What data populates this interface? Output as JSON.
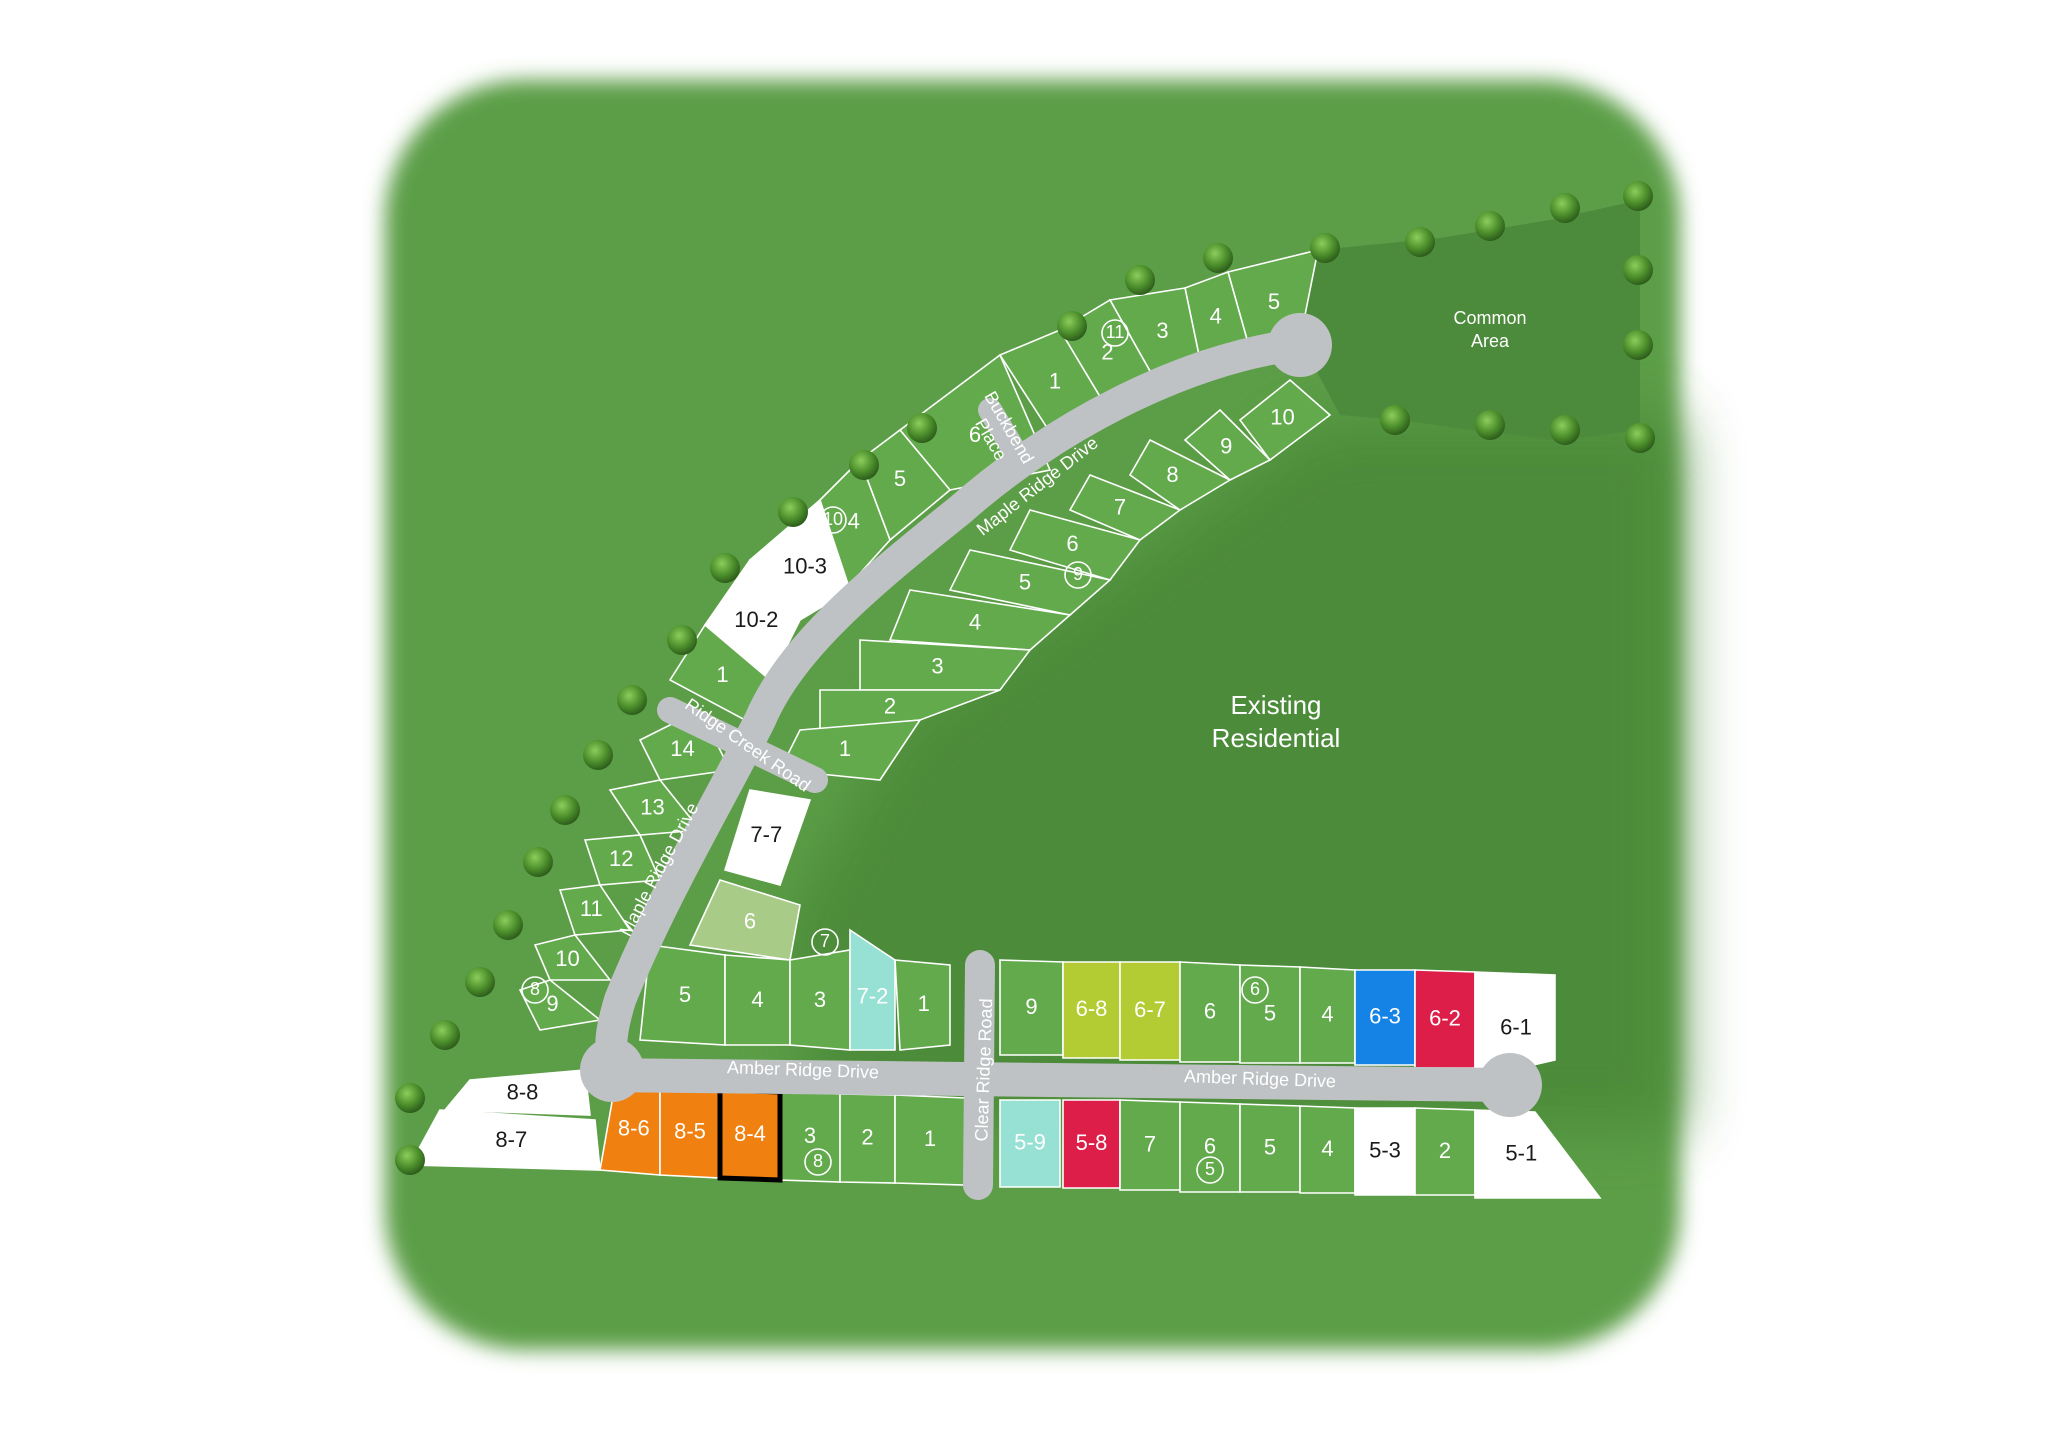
{
  "site_plan": {
    "areas": {
      "common_area": [
        "Common",
        "Area"
      ],
      "existing_residential": [
        "Existing",
        "Residential"
      ]
    },
    "roads": {
      "maple_ridge_drive": "Maple Ridge Drive",
      "buckbend_place": [
        "Buckbend",
        "Place"
      ],
      "ridge_creek_road": "Ridge Creek Road",
      "amber_ridge_drive": "Amber Ridge Drive",
      "clear_ridge_road": "Clear Ridge Road"
    },
    "phases": [
      "5",
      "6",
      "7",
      "8",
      "8",
      "9",
      "10",
      "11"
    ],
    "colors": {
      "grass": "#5b9e47",
      "lot": "#62aa4c",
      "common_area": "#4c8a3c",
      "road": "#bfc2c4",
      "white": "#ffffff",
      "orange": "#f08010",
      "lime": "#b3cc33",
      "teal": "#97e0d4",
      "crimson": "#dc1e48",
      "blue": "#1582e6",
      "pale_green": "#a8cc88"
    },
    "lots": [
      {
        "label": "5",
        "status": "available"
      },
      {
        "label": "4",
        "status": "available"
      },
      {
        "label": "3",
        "status": "available"
      },
      {
        "label": "2",
        "status": "available"
      },
      {
        "label": "1",
        "status": "available"
      },
      {
        "label": "10",
        "status": "available"
      },
      {
        "label": "9",
        "status": "available"
      },
      {
        "label": "8",
        "status": "available"
      },
      {
        "label": "7",
        "status": "available"
      },
      {
        "label": "6",
        "status": "available"
      },
      {
        "label": "5",
        "status": "available"
      },
      {
        "label": "4",
        "status": "available"
      },
      {
        "label": "3",
        "status": "available"
      },
      {
        "label": "2",
        "status": "available"
      },
      {
        "label": "1",
        "status": "available"
      },
      {
        "label": "6",
        "status": "available"
      },
      {
        "label": "5",
        "status": "available"
      },
      {
        "label": "4",
        "status": "available"
      },
      {
        "label": "10-3",
        "status": "white"
      },
      {
        "label": "10-2",
        "status": "white"
      },
      {
        "label": "1",
        "status": "available"
      },
      {
        "label": "14",
        "status": "available"
      },
      {
        "label": "13",
        "status": "available"
      },
      {
        "label": "12",
        "status": "available"
      },
      {
        "label": "11",
        "status": "available"
      },
      {
        "label": "10",
        "status": "available"
      },
      {
        "label": "9",
        "status": "available"
      },
      {
        "label": "7-7",
        "status": "white"
      },
      {
        "label": "6",
        "status": "pale_green"
      },
      {
        "label": "5",
        "status": "available"
      },
      {
        "label": "4",
        "status": "available"
      },
      {
        "label": "3",
        "status": "available"
      },
      {
        "label": "7-2",
        "status": "teal"
      },
      {
        "label": "1",
        "status": "available"
      },
      {
        "label": "9",
        "status": "available"
      },
      {
        "label": "6-8",
        "status": "lime"
      },
      {
        "label": "6-7",
        "status": "lime"
      },
      {
        "label": "6",
        "status": "available"
      },
      {
        "label": "5",
        "status": "available"
      },
      {
        "label": "4",
        "status": "available"
      },
      {
        "label": "6-3",
        "status": "blue"
      },
      {
        "label": "6-2",
        "status": "crimson"
      },
      {
        "label": "6-1",
        "status": "white"
      },
      {
        "label": "8-8",
        "status": "white"
      },
      {
        "label": "8-7",
        "status": "white"
      },
      {
        "label": "8-6",
        "status": "orange"
      },
      {
        "label": "8-5",
        "status": "orange"
      },
      {
        "label": "8-4",
        "status": "orange"
      },
      {
        "label": "3",
        "status": "available"
      },
      {
        "label": "2",
        "status": "available"
      },
      {
        "label": "1",
        "status": "available"
      },
      {
        "label": "5-9",
        "status": "teal"
      },
      {
        "label": "5-8",
        "status": "crimson"
      },
      {
        "label": "7",
        "status": "available"
      },
      {
        "label": "6",
        "status": "available"
      },
      {
        "label": "5",
        "status": "available"
      },
      {
        "label": "4",
        "status": "available"
      },
      {
        "label": "5-3",
        "status": "white"
      },
      {
        "label": "2",
        "status": "available"
      },
      {
        "label": "5-1",
        "status": "white"
      }
    ]
  }
}
